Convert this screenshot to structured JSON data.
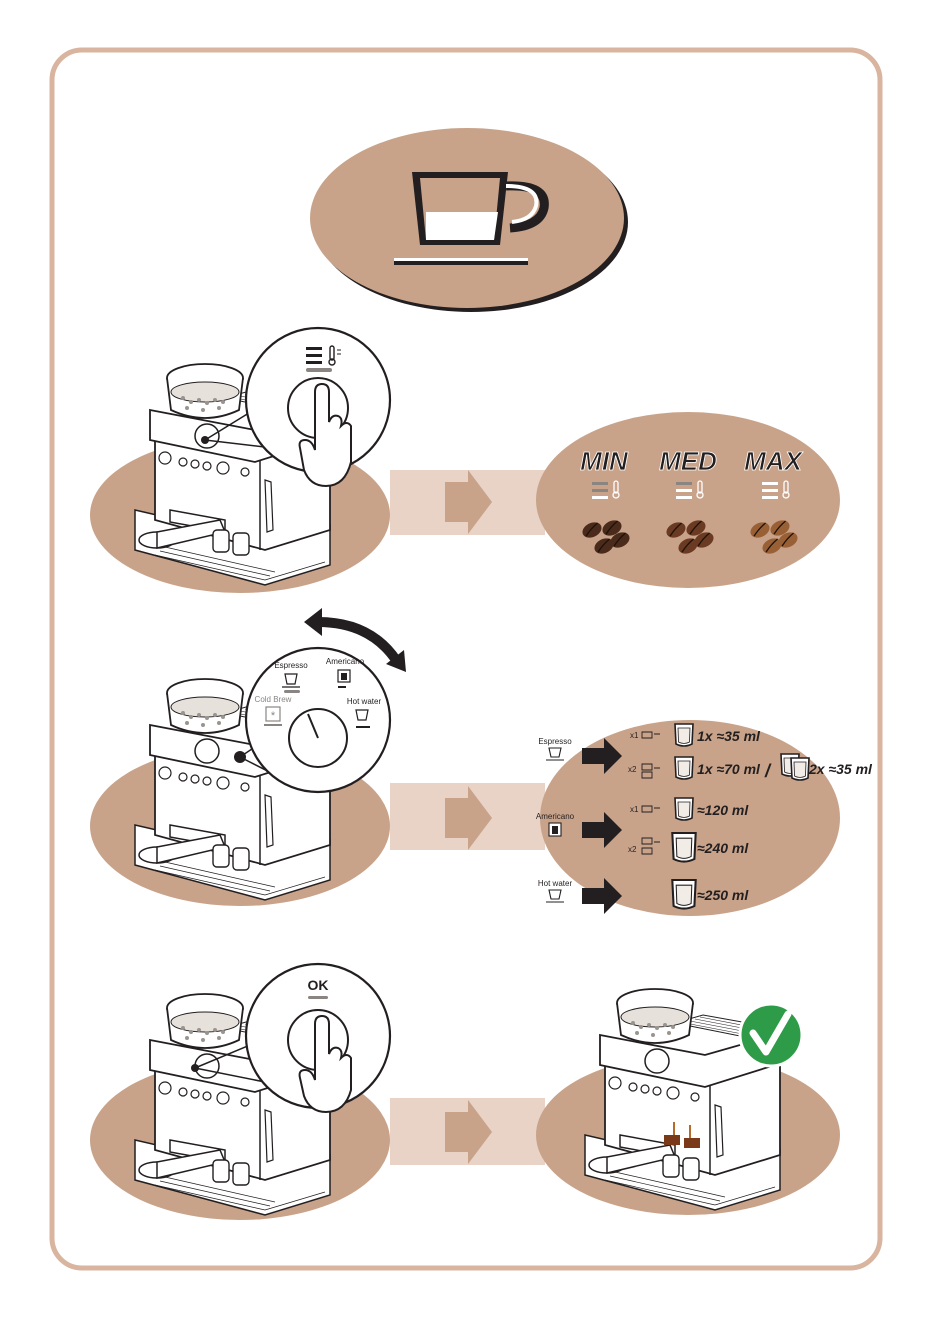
{
  "colors": {
    "frame": "#d9b49e",
    "blob": "#c8a38a",
    "blob_light": "#e9d3c7",
    "ink": "#231f20",
    "check": "#2e9b48",
    "bean_dark": "#4a2a1a",
    "bean_med": "#6b3a22",
    "bean_light": "#9a6035"
  },
  "step1": {
    "button_icon": "temperature-icon",
    "levels": [
      {
        "label": "MIN",
        "active_bars": 1
      },
      {
        "label": "MED",
        "active_bars": 2
      },
      {
        "label": "MAX",
        "active_bars": 3
      }
    ]
  },
  "step2": {
    "dial": {
      "espresso": "Espresso",
      "americano": "Americano",
      "hot_water": "Hot water",
      "cold_brew": "Cold Brew"
    },
    "rows": {
      "espresso_label": "Espresso",
      "americano_label": "Americano",
      "hot_water_label": "Hot water",
      "x1": "x1",
      "x2": "x2",
      "esp_single": "1x ≈35 ml",
      "esp_double": "1x ≈70 ml",
      "slash": "/",
      "esp_double_split": "2x ≈35 ml",
      "ame_single": "≈120 ml",
      "ame_double": "≈240 ml",
      "hot_water": "≈250 ml"
    }
  },
  "step3": {
    "button_label": "OK",
    "result_icon": "checkmark-icon"
  }
}
